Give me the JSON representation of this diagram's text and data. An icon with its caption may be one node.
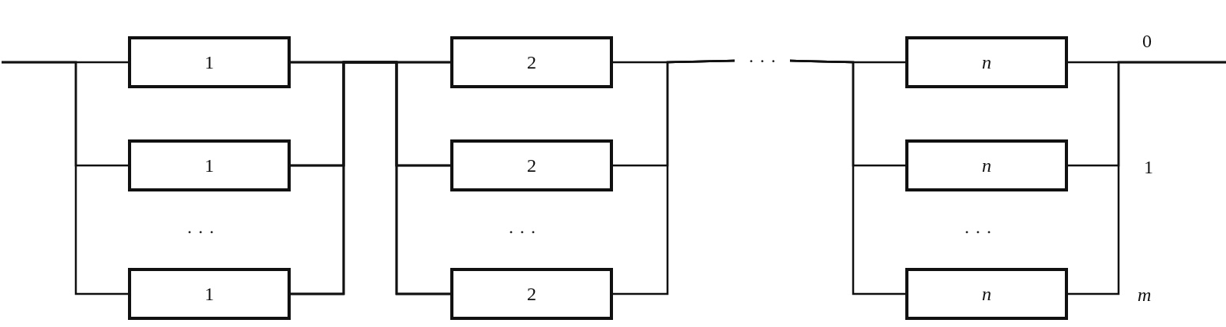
{
  "diagram": {
    "nodes": [
      {
        "text": [
          "1"
        ]
      },
      {
        "text": [
          "1"
        ]
      },
      {
        "text": [
          "1"
        ]
      },
      {
        "text": [
          "2"
        ]
      },
      {
        "text": [
          "2"
        ]
      },
      {
        "text": [
          "2"
        ]
      },
      {
        "text": [
          "· · ·"
        ]
      },
      {
        "text": [
          "n"
        ]
      },
      {
        "text": [
          "n"
        ]
      },
      {
        "text": [
          "n"
        ]
      }
    ],
    "edges": [
      {
        "from": null,
        "to": 0,
        "arrow": "none"
      },
      {
        "from": null,
        "to": 1,
        "arrow": "none"
      },
      {
        "from": null,
        "to": 2,
        "arrow": "none"
      },
      {
        "from": 0,
        "to": 3,
        "arrow": "none"
      },
      {
        "from": 0,
        "to": 4,
        "arrow": "none"
      },
      {
        "from": 0,
        "to": 5,
        "arrow": "none"
      },
      {
        "from": 1,
        "to": 3,
        "arrow": "none"
      },
      {
        "from": 1,
        "to": 4,
        "arrow": "none"
      },
      {
        "from": 1,
        "to": 5,
        "arrow": "none"
      },
      {
        "from": 2,
        "to": 3,
        "arrow": "none"
      },
      {
        "from": 2,
        "to": 4,
        "arrow": "none"
      },
      {
        "from": 2,
        "to": 5,
        "arrow": "none"
      },
      {
        "from": 3,
        "to": 6,
        "arrow": "none"
      },
      {
        "from": 4,
        "to": 6,
        "arrow": "none"
      },
      {
        "from": 5,
        "to": 6,
        "arrow": "none"
      },
      {
        "from": 6,
        "to": 7,
        "arrow": "none"
      },
      {
        "from": 6,
        "to": 8,
        "arrow": "none"
      },
      {
        "from": 6,
        "to": 9,
        "arrow": "none"
      },
      {
        "from": 7,
        "to": null,
        "arrow": "none"
      },
      {
        "from": 8,
        "to": null,
        "arrow": "none"
      },
      {
        "from": 9,
        "to": null,
        "arrow": "none"
      }
    ],
    "labels": [
      "0",
      "· · ·",
      "· · ·",
      "· · ·",
      "1",
      "m"
    ]
  }
}
